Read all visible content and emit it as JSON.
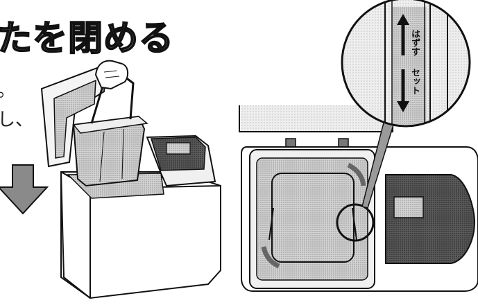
{
  "instruction": {
    "heading": "たを閉める",
    "line1": "。",
    "line2": "し、"
  },
  "callout": {
    "remove_label": "はずす",
    "lock_label": "セット"
  },
  "colors": {
    "ink": "#111111",
    "screen_gray": "#b8b8b8",
    "dark_gray": "#4a4a4a",
    "arrow_gray": "#8a8a8a"
  },
  "icons": [
    "down-arrow-icon",
    "rotate-arrow-icon"
  ]
}
